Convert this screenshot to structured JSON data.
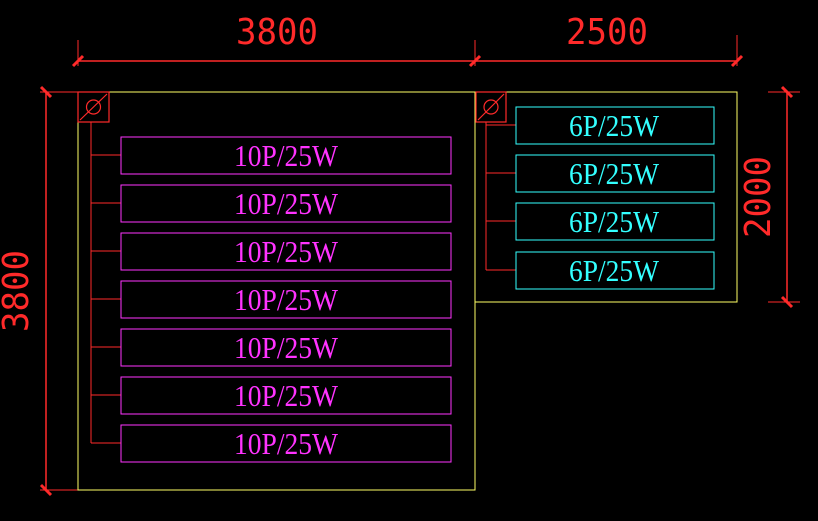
{
  "dimensions": {
    "top_left": "3800",
    "top_right": "2500",
    "left": "3800",
    "right": "2000"
  },
  "left_panel": {
    "circuits": [
      "10P/25W",
      "10P/25W",
      "10P/25W",
      "10P/25W",
      "10P/25W",
      "10P/25W",
      "10P/25W"
    ]
  },
  "right_panel": {
    "circuits": [
      "6P/25W",
      "6P/25W",
      "6P/25W",
      "6P/25W"
    ]
  },
  "colors": {
    "background": "#000000",
    "dimension": "#ff2a2a",
    "outline": "#ffff66",
    "left_text": "#ff33ff",
    "right_text": "#33ffff",
    "feeder": "#ff2a2a"
  }
}
